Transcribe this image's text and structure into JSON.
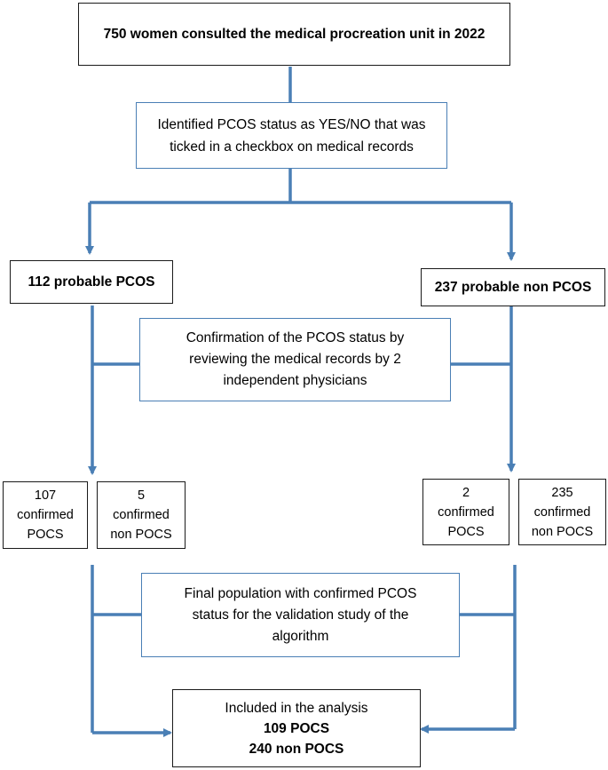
{
  "boxes": {
    "top": {
      "text": "750 women consulted the medical procreation unit in 2022"
    },
    "identified": {
      "lines": [
        "Identified PCOS status as YES/NO that was",
        "ticked in a checkbox on medical records"
      ]
    },
    "probable_pcos": {
      "text": "112 probable PCOS"
    },
    "probable_non_pcos": {
      "text": "237 probable non PCOS"
    },
    "confirmation": {
      "lines": [
        "Confirmation of the PCOS status by",
        "reviewing the medical records by 2",
        "independent physicians"
      ]
    },
    "left_confirmed": {
      "lines": [
        "107",
        "confirmed",
        "POCS"
      ]
    },
    "left_non_confirmed": {
      "lines": [
        "5",
        "confirmed",
        "non POCS"
      ]
    },
    "right_confirmed": {
      "lines": [
        "2",
        "confirmed",
        "POCS"
      ]
    },
    "right_non_confirmed": {
      "lines": [
        "235",
        "confirmed",
        "non POCS"
      ]
    },
    "final": {
      "lines": [
        "Final population with confirmed PCOS",
        "status for the validation study of the",
        "algorithm"
      ]
    },
    "included": {
      "title": "Included in the analysis",
      "line2": "109 POCS",
      "line3": "240 non POCS"
    }
  },
  "colors": {
    "connector": "#4a7fb5",
    "box_border_dark": "#1a1a1a",
    "box_border_blue": "#4a7fb5"
  }
}
